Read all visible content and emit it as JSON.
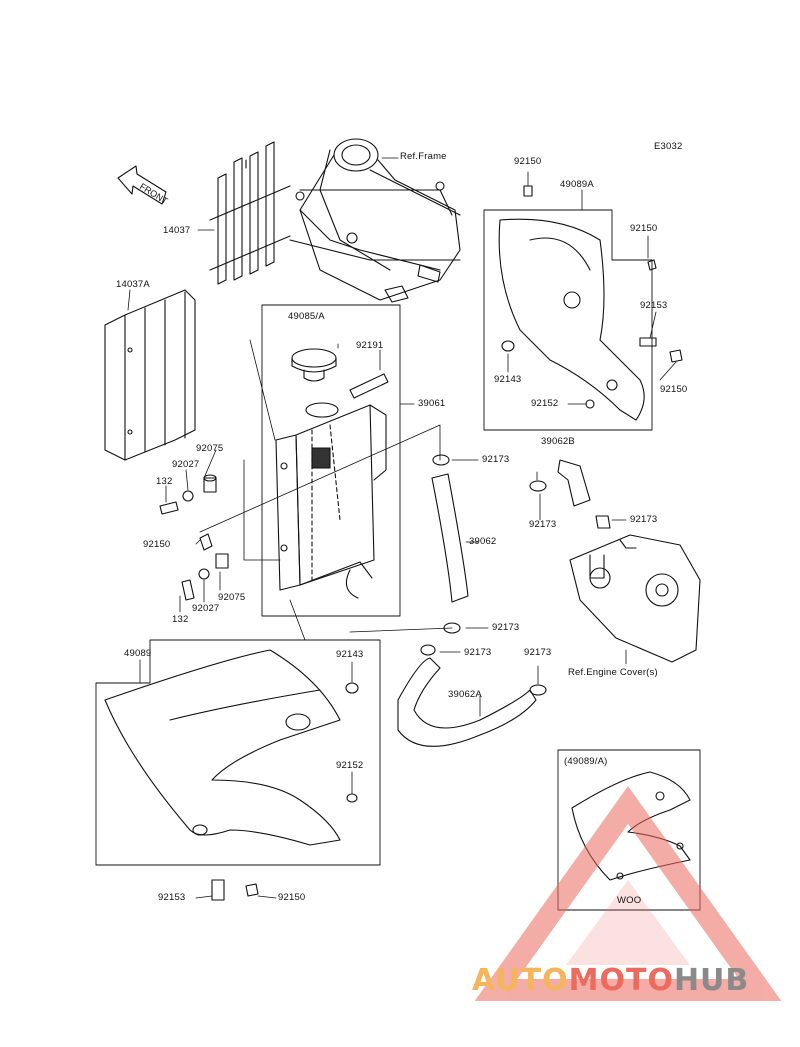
{
  "diagram_code": "E3032",
  "labels": {
    "ref_frame": "Ref.Frame",
    "ref_engine_cover": "Ref.Engine Cover(s)",
    "front_arrow": "FRONT",
    "p14037": "14037",
    "p14037a": "14037A",
    "p49085a": "49085/A",
    "p92191": "92191",
    "p39061": "39061",
    "p92075_top": "92075",
    "p92027_top": "92027",
    "p132_top": "132",
    "p92150_left": "92150",
    "p132_bottom": "132",
    "p92027_bottom": "92027",
    "p92075_bottom": "92075",
    "p92173_upper": "92173",
    "p39062": "39062",
    "p39062b": "39062B",
    "p92173_b_left": "92173",
    "p92173_b_right": "92173",
    "p92173_mid": "92173",
    "p92173_mid2": "92173",
    "p92173_right": "92173",
    "p39062a": "39062A",
    "p92150_top": "92150",
    "p49089a": "49089A",
    "p92150_right1": "92150",
    "p92153_right": "92153",
    "p92143_right": "92143",
    "p92150_right2": "92150",
    "p92152_right": "92152",
    "p49089": "49089",
    "p92143_left": "92143",
    "p92152_left": "92152",
    "p92153_bottom": "92153",
    "p92150_bottom": "92150",
    "inset_title": "(49089/A)",
    "inset_tag": "WOO"
  },
  "watermark": {
    "part1": "AUTO",
    "part2": "MOTO",
    "part3": "HUB",
    "colors": {
      "part1": "#f4b55c",
      "part2": "#ec6a5e",
      "part3": "#8a8a8a",
      "triangle": "#ec6a5e"
    }
  }
}
